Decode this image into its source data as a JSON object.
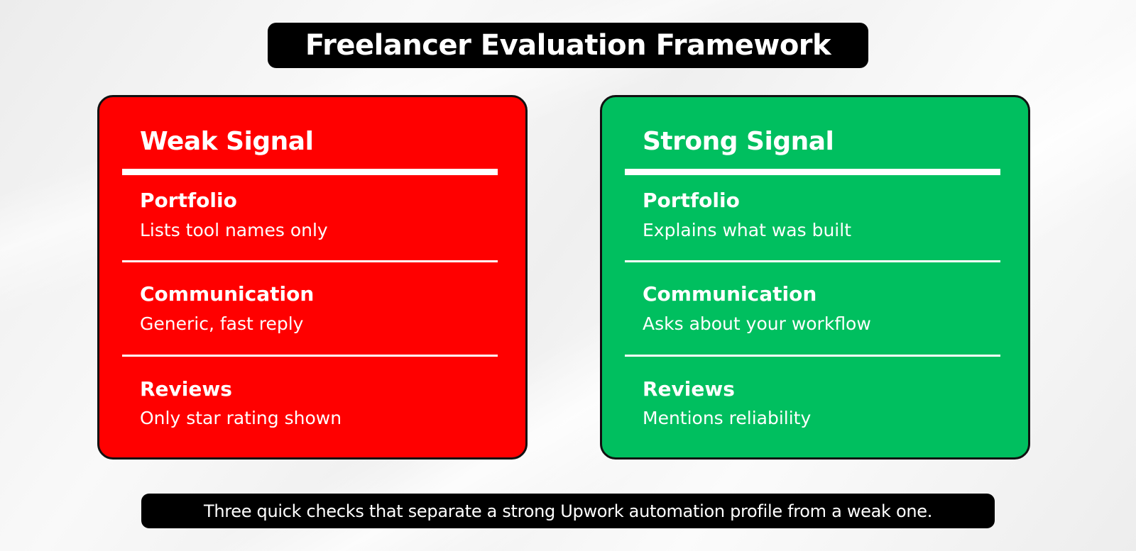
{
  "title": "Freelancer Evaluation Framework",
  "colors": {
    "weak": "#ff0000",
    "strong": "#00bf5f",
    "pill": "#000000",
    "text": "#ffffff"
  },
  "panels": [
    {
      "heading": "Weak Signal",
      "rows": [
        {
          "title": "Portfolio",
          "desc": "Lists tool names only"
        },
        {
          "title": "Communication",
          "desc": "Generic, fast reply"
        },
        {
          "title": "Reviews",
          "desc": "Only star rating shown"
        }
      ]
    },
    {
      "heading": "Strong Signal",
      "rows": [
        {
          "title": "Portfolio",
          "desc": "Explains what was built"
        },
        {
          "title": "Communication",
          "desc": "Asks about your workflow"
        },
        {
          "title": "Reviews",
          "desc": "Mentions reliability"
        }
      ]
    }
  ],
  "caption": "Three quick checks that separate a strong Upwork automation profile from a weak one."
}
